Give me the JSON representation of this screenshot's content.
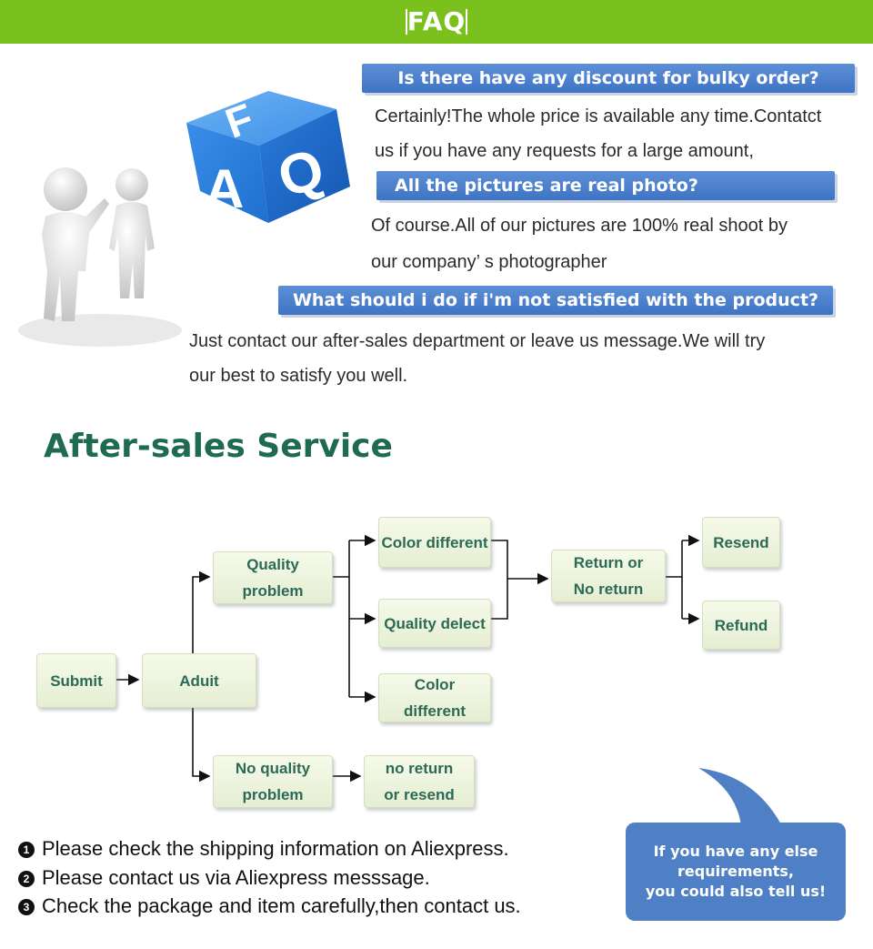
{
  "header": {
    "title": "FAQ"
  },
  "faq": {
    "cube_letters": [
      "F",
      "A",
      "Q"
    ],
    "items": [
      {
        "question": "Is there have any discount for bulky order?",
        "answer_lines": [
          "Certainly!The whole price is available any time.Contatct",
          "us if you have any requests for a large amount,"
        ]
      },
      {
        "question": "All the pictures are real photo?",
        "answer_lines": [
          "Of course.All of our pictures are 100% real  shoot by",
          "our company’  s photographer"
        ]
      },
      {
        "question": "What should i do if i'm not satisfied with the product?",
        "answer_lines": [
          "Just contact our after-sales department or leave us message.We will try",
          "our best to satisfy you well."
        ]
      }
    ]
  },
  "after_sales": {
    "title": "After-sales Service",
    "flow": {
      "submit": "Submit",
      "aduit": "Aduit",
      "quality_problem": [
        "Quality",
        "problem"
      ],
      "no_quality_problem": [
        "No quality",
        "problem"
      ],
      "color_different_1": "Color different",
      "quality_delect": "Quality delect",
      "color_different_2": [
        "Color",
        "different"
      ],
      "return_or_no_return": [
        "Return or",
        "No return"
      ],
      "resend": "Resend",
      "refund": "Refund",
      "no_return_or_resend": [
        "no return",
        "or resend"
      ]
    },
    "steps": [
      {
        "mark": "1",
        "text": "Please check the shipping information on Aliexpress."
      },
      {
        "mark": "2",
        "text": "Please contact us via Aliexpress messsage."
      },
      {
        "mark": "3",
        "text": "Check the package and item carefully,then contact us."
      }
    ],
    "bubble_lines": [
      "If you have any else",
      "requirements,",
      "you could also tell us!"
    ]
  },
  "colors": {
    "header_green": "#7bc11e",
    "faq_blue": "#4a7fcc",
    "title_green": "#1f6a53",
    "box_text": "#2b6a55"
  }
}
